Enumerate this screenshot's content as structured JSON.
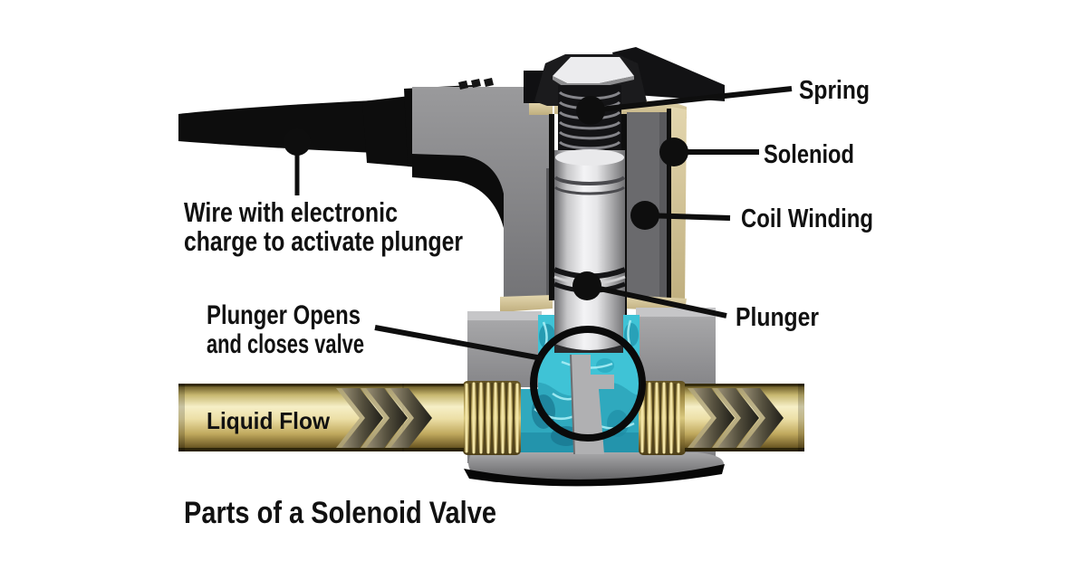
{
  "diagram": {
    "caption": "Parts of a Solenoid Valve",
    "pipe_text": "Liquid Flow",
    "callouts": {
      "spring": {
        "label": "Spring"
      },
      "solenoid": {
        "label": "Soleniod"
      },
      "coil_winding": {
        "label": "Coil Winding"
      },
      "plunger": {
        "label": "Plunger"
      },
      "wire": {
        "label_line1": "Wire with electronic",
        "label_line2": "charge to activate plunger"
      },
      "valve_action": {
        "label_line1": "Plunger Opens",
        "label_line2": "and closes valve"
      }
    },
    "colors": {
      "background": "#ffffff",
      "label_text": "#111111",
      "callout_black": "#0e0e0e",
      "brass": "#d9c87e",
      "brass_highlight": "#f6efc7",
      "brass_shadow": "#6b5826",
      "thread_ridge": "#f2e4a6",
      "water": "#3fc3d6",
      "water_dark": "#1d8aa2",
      "water_light": "#a8eef5",
      "housing_gray": "#8e8e90",
      "valve_body_gray": "#9a9a9c",
      "solenoid_gray": "#6a6a6d",
      "coil_tan": "#d8c99e",
      "plunger_silver": "#e9e9eb",
      "bolt_black": "#1b1b1d"
    }
  }
}
